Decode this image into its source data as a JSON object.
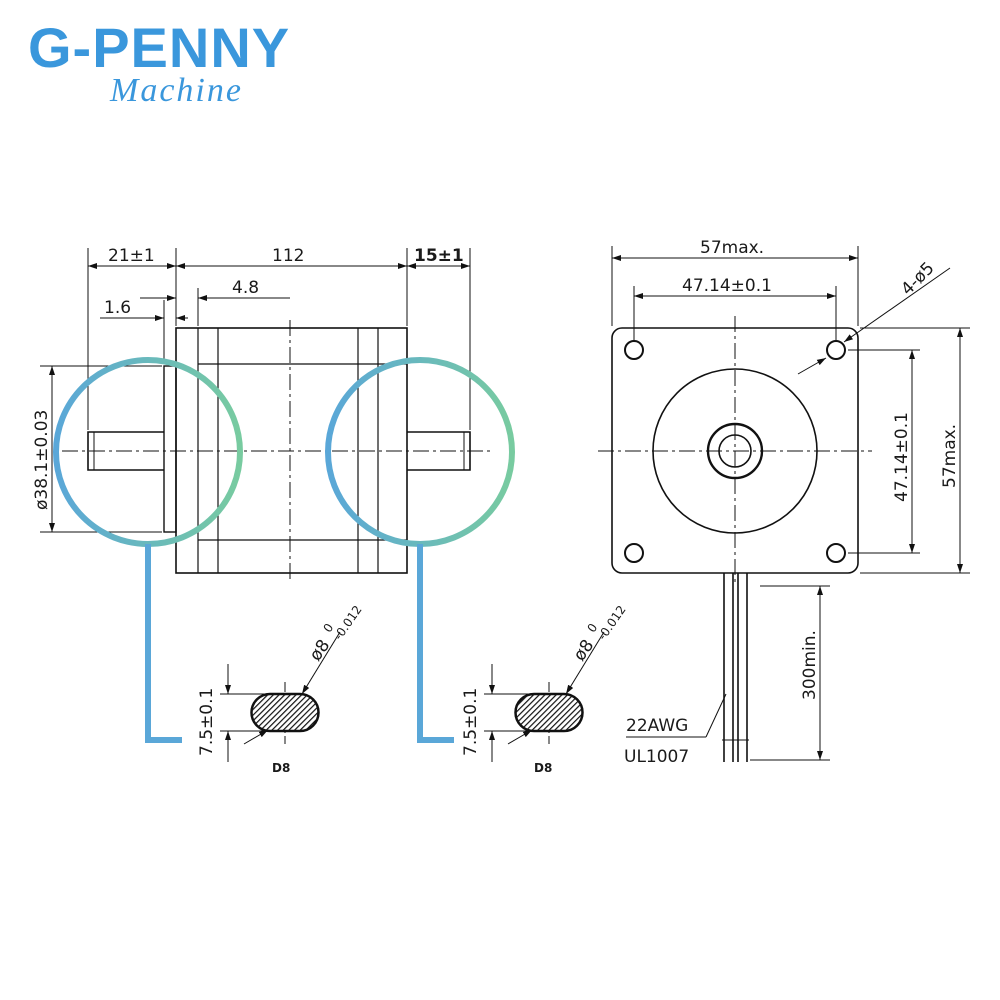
{
  "brand": {
    "name": "G-PENNY",
    "subtitle": "Machine",
    "color": "#3a97dc"
  },
  "side_view": {
    "front_shaft_length": "21±1",
    "body_length": "112",
    "rear_shaft_length": "15±1",
    "flange_thickness": "4.8",
    "boss_height": "1.6",
    "boss_diameter": "ø38.1±0.03"
  },
  "front_view": {
    "width": "57max.",
    "hole_spacing_h": "47.14±0.1",
    "hole_spec": "4-ø5",
    "hole_spacing_v": "47.14±0.1",
    "height": "57max.",
    "lead_length": "300min.",
    "wire_gauge": "22AWG",
    "wire_standard": "UL1007"
  },
  "shaft_details": [
    {
      "diameter_main": "ø8",
      "tol_upper": "0",
      "tol_lower": "-0.012",
      "flat_dim": "7.5±0.1",
      "label": "D8"
    },
    {
      "diameter_main": "ø8",
      "tol_upper": "0",
      "tol_lower": "-0.012",
      "flat_dim": "7.5±0.1",
      "label": "D8"
    }
  ],
  "highlight_colors": [
    "#5aa7d8",
    "#78cba0"
  ]
}
